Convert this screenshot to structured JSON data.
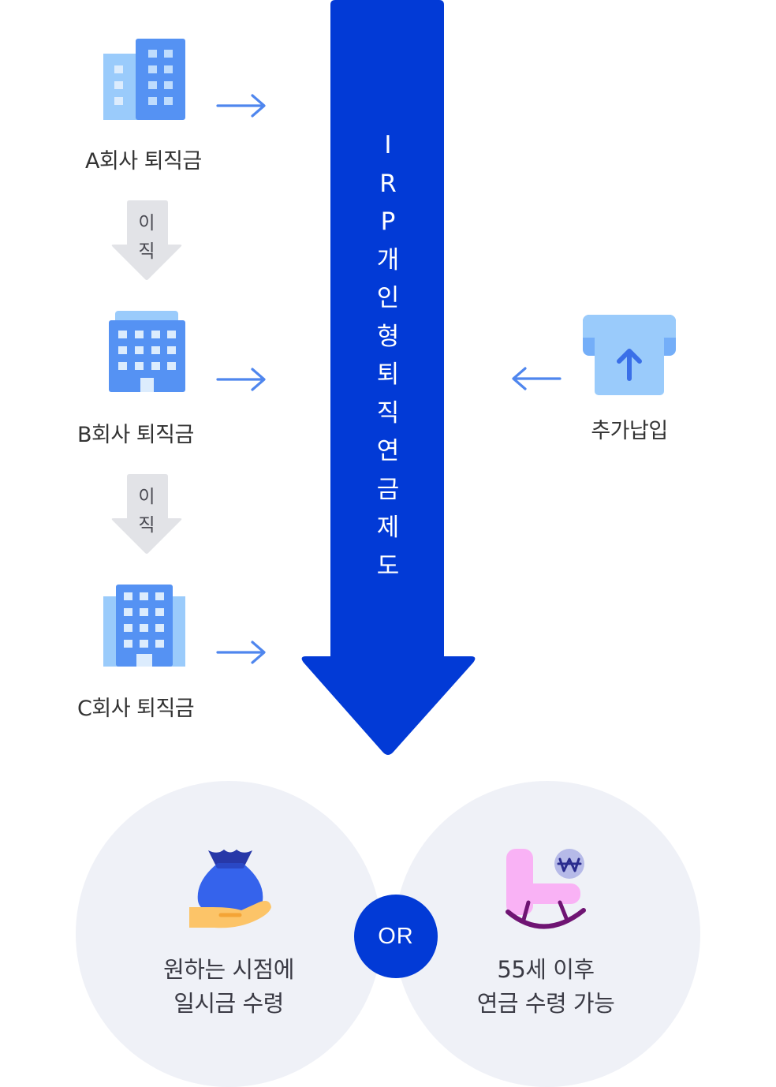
{
  "flow": {
    "company_a": {
      "label": "A회사 퇴직금",
      "icon": "office-buildings-icon"
    },
    "company_b": {
      "label": "B회사 퇴직금",
      "icon": "office-building-icon"
    },
    "company_c": {
      "label": "C회사 퇴직금",
      "icon": "office-buildings-icon"
    },
    "job_change_1": [
      "이",
      "직"
    ],
    "job_change_2": [
      "이",
      "직"
    ]
  },
  "irp": {
    "chars": [
      "I",
      "R",
      "P",
      "개",
      "인",
      "형",
      "퇴",
      "직",
      "연",
      "금",
      "제",
      "도"
    ],
    "color": "#023ad6"
  },
  "extra": {
    "label": "추가납입",
    "icon": "atm-deposit-icon"
  },
  "options": {
    "lump_sum": {
      "lines": [
        "원하는 시점에",
        "일시금 수령"
      ],
      "icon": "money-bag-hand-icon"
    },
    "or_label": "OR",
    "pension": {
      "lines": [
        "55세 이후",
        "연금 수령 가능"
      ],
      "icon": "rocking-chair-won-icon"
    }
  },
  "colors": {
    "arrow_blue": "#023ad6",
    "link_arrow": "#4f86ee",
    "building_dark": "#5592f3",
    "building_light": "#9acbfb",
    "grey_arrow": "#e2e3e7",
    "circle_bg": "#eff1f7"
  }
}
